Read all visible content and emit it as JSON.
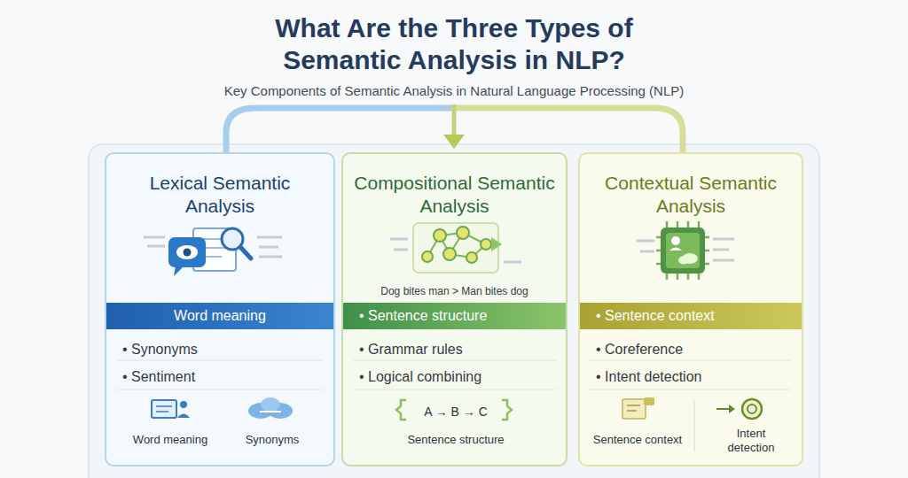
{
  "diagram": {
    "title": "What Are the Three Types of Semantic Analysis in NLP?",
    "caption": "Key Components of Semantic Analysis in Natural Language Processing (NLP)",
    "nodes": [
      {
        "text": [
          "Lexical Semantic Analysis",
          "• Synonyms",
          "• Sentiment",
          "Word meaning",
          "Synonyms"
        ]
      },
      {
        "text": [
          "Word meaning"
        ],
        "in": 0
      },
      {
        "text": [
          "Compositional Semantic Analysis",
          "Dog bites man > Man bites dog",
          "• Grammar rules",
          "• Logical combining",
          "A → B → C",
          "Sentence structure"
        ]
      },
      {
        "text": [
          "• Sentence structure"
        ],
        "in": 2
      },
      {
        "text": [
          "Contextual Semantic Analysis",
          "• Coreference",
          "• Intent detection",
          "Sentence context",
          "Intent detection"
        ]
      },
      {
        "text": [
          "• Sentence context"
        ],
        "in": 4
      }
    ]
  }
}
